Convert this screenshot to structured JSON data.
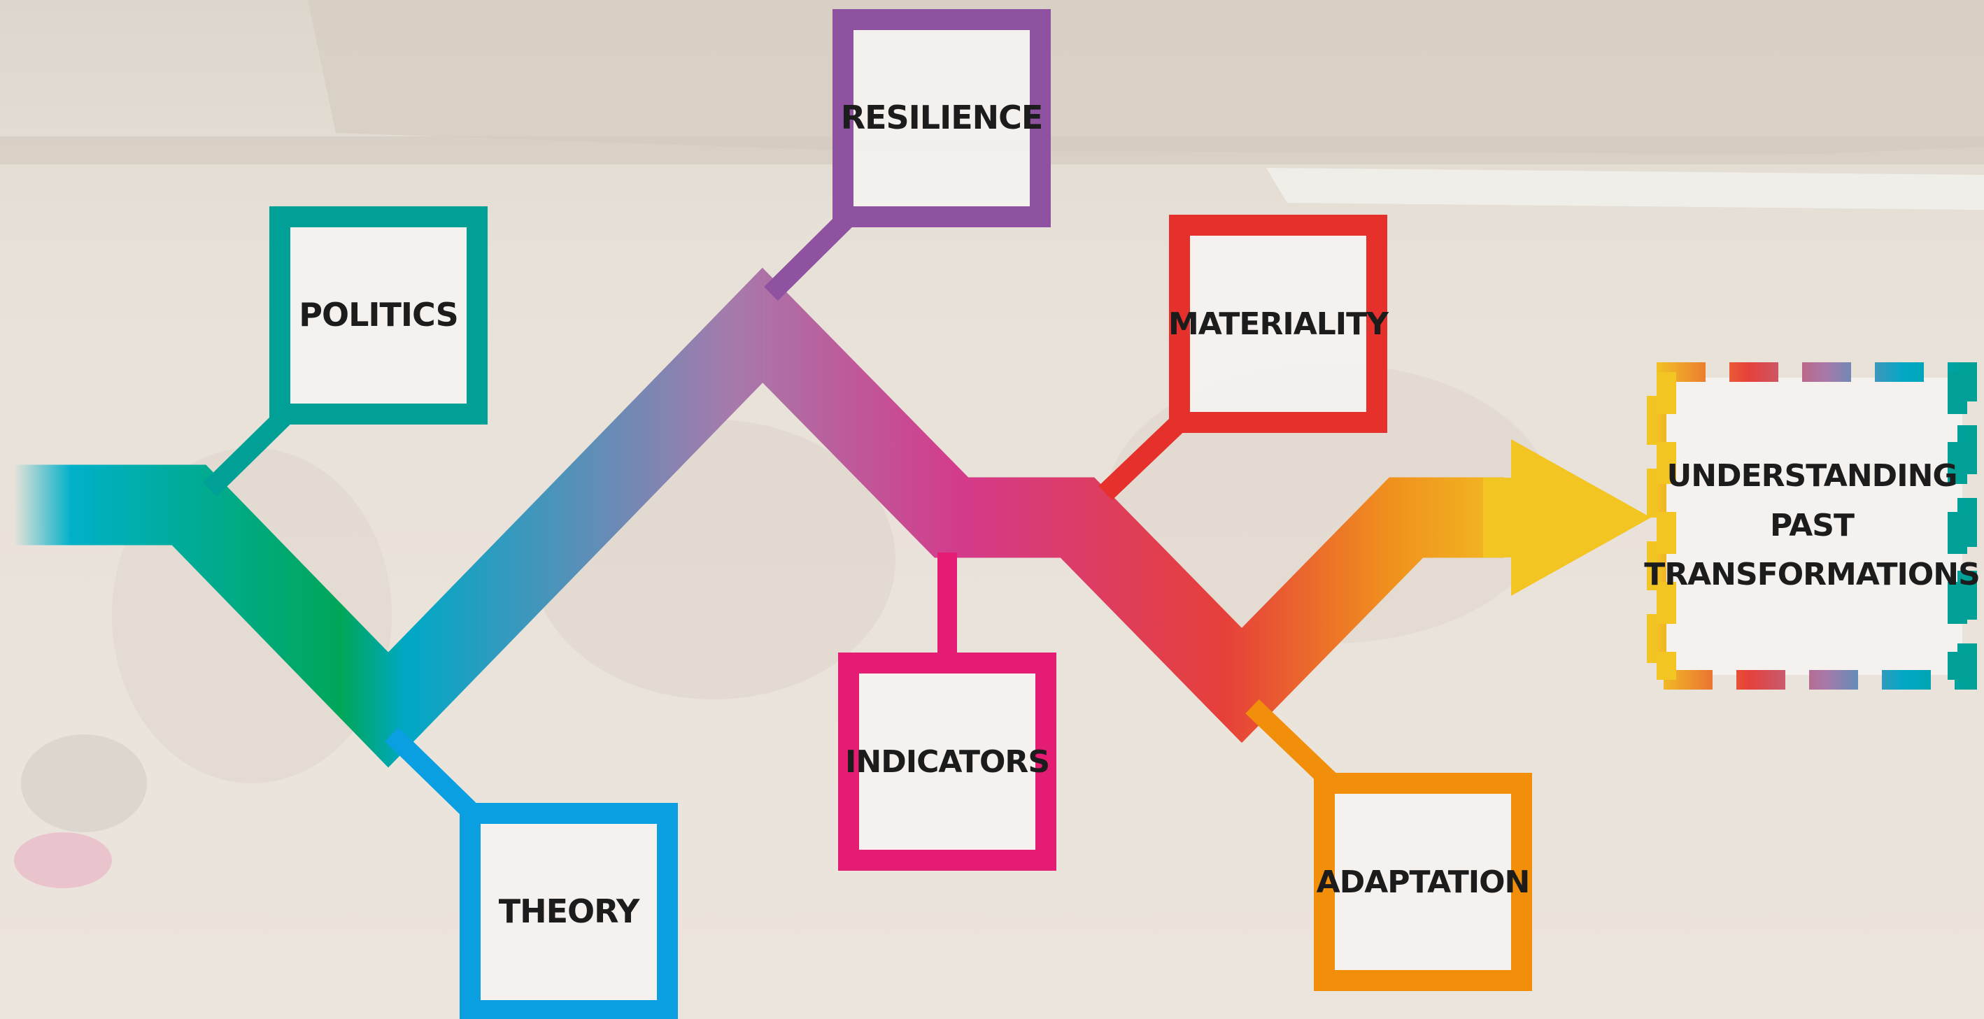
{
  "topics": [
    {
      "id": "resilience",
      "label": "RESILIENCE",
      "color": "#8e52a0"
    },
    {
      "id": "politics",
      "label": "POLITICS",
      "color": "#00a096"
    },
    {
      "id": "materiality",
      "label": "MATERIALITY",
      "color": "#e6302b"
    },
    {
      "id": "indicators",
      "label": "INDICATORS",
      "color": "#e51c74"
    },
    {
      "id": "theory",
      "label": "THEORY",
      "color": "#0a9fe0"
    },
    {
      "id": "adaptation",
      "label": "ADAPTATION",
      "color": "#f18e0a"
    }
  ],
  "goal": {
    "lines": [
      "UNDERSTANDING",
      "PAST",
      "TRANSFORMATIONS"
    ]
  },
  "colors": {
    "path_start": "#00b0c8",
    "path_green": "#00a658",
    "path_teal": "#00a8c6",
    "path_mauve": "#a77aab",
    "path_magenta": "#d43a8a",
    "path_red": "#e6403a",
    "path_orange": "#f0901e",
    "arrow_yellow": "#f2c523",
    "box_fill": "#f4f2f0",
    "background": "#e9e2da"
  }
}
